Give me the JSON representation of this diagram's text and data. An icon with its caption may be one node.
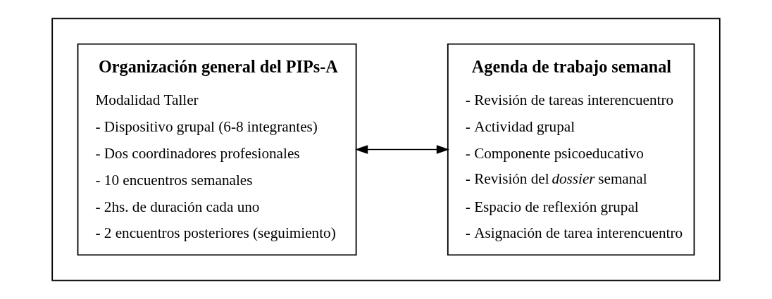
{
  "diagram": {
    "nodes": [
      {
        "text": [],
        "shape": "box"
      },
      {
        "text": [
          "Organización general del PIPs-A",
          "Modalidad Taller",
          "- Dispositivo grupal (6-8 integrantes)",
          "- Dos coordinadores profesionales",
          "- 10 encuentros semanales",
          "- 2hs. de duración cada uno",
          "- 2 encuentros posteriores (seguimiento)"
        ],
        "in": 0
      },
      {
        "text": [
          "Agenda de trabajo semanal",
          "- Revisión de tareas interencuentro",
          "- Actividad grupal",
          "- Componente psicoeducativo",
          "- Revisión del *dossier* semanal",
          "- Espacio de reflexión grupal",
          "- Asignación de tarea interencuentro"
        ],
        "in": 0
      }
    ],
    "edges": [
      {
        "from": 1,
        "to": 2,
        "arrow": "both"
      }
    ]
  }
}
